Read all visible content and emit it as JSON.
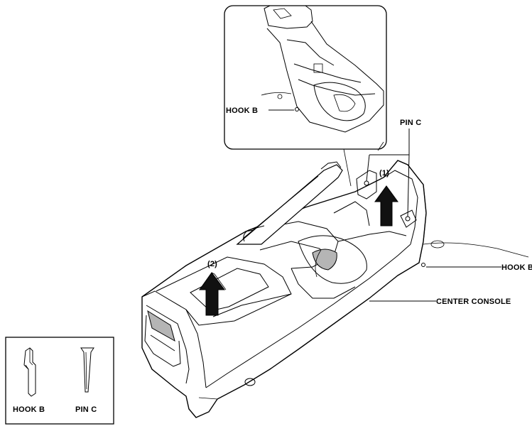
{
  "labels": {
    "inset_hook": "HOOK B",
    "pin": "PIN C",
    "step1": "(1)",
    "step2": "(2)",
    "hook_right": "HOOK B",
    "center_console": "CENTER CONSOLE"
  },
  "legend": {
    "hook_label": "HOOK B",
    "pin_label": "PIN C"
  }
}
